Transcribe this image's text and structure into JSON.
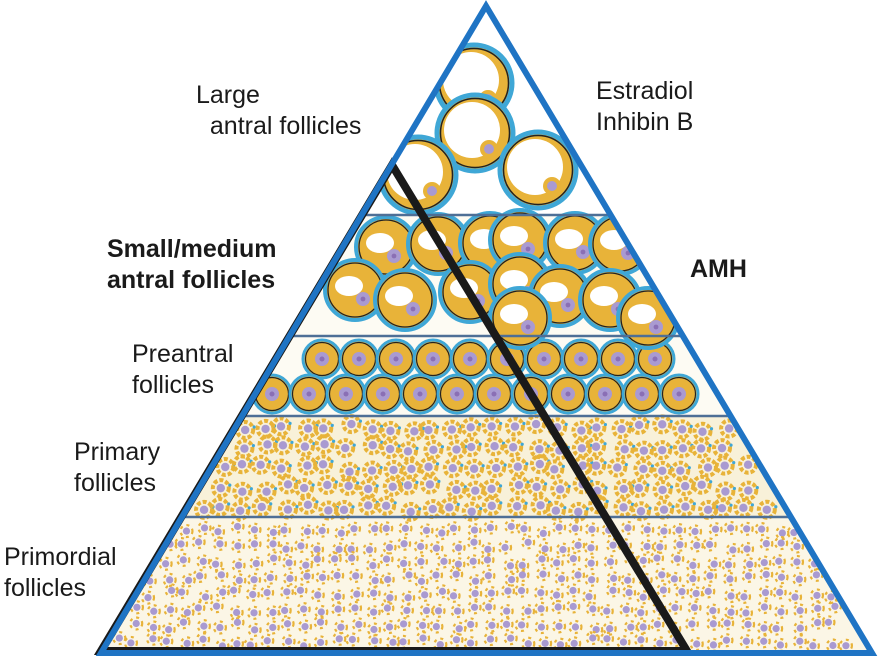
{
  "labels": {
    "large_antral": "Large\n  antral follicles",
    "estradiol_inhibin": "Estradiol\nInhibin B",
    "small_medium_antral": "Small/medium\nantral follicles",
    "amh": "AMH",
    "preantral": "Preantral\nfollicles",
    "primary": "Primary\nfollicles",
    "primordial": "Primordial\nfollicles"
  },
  "colors": {
    "pyramid_outline": "#1f74c4",
    "inner_triangle": "#1a1a1a",
    "tier_divider": "#4e6f96",
    "granulosa": "#e8b339",
    "theca": "#3fa7d6",
    "oocyte": "#a99ad1",
    "nucleus": "#8a6fb5"
  }
}
